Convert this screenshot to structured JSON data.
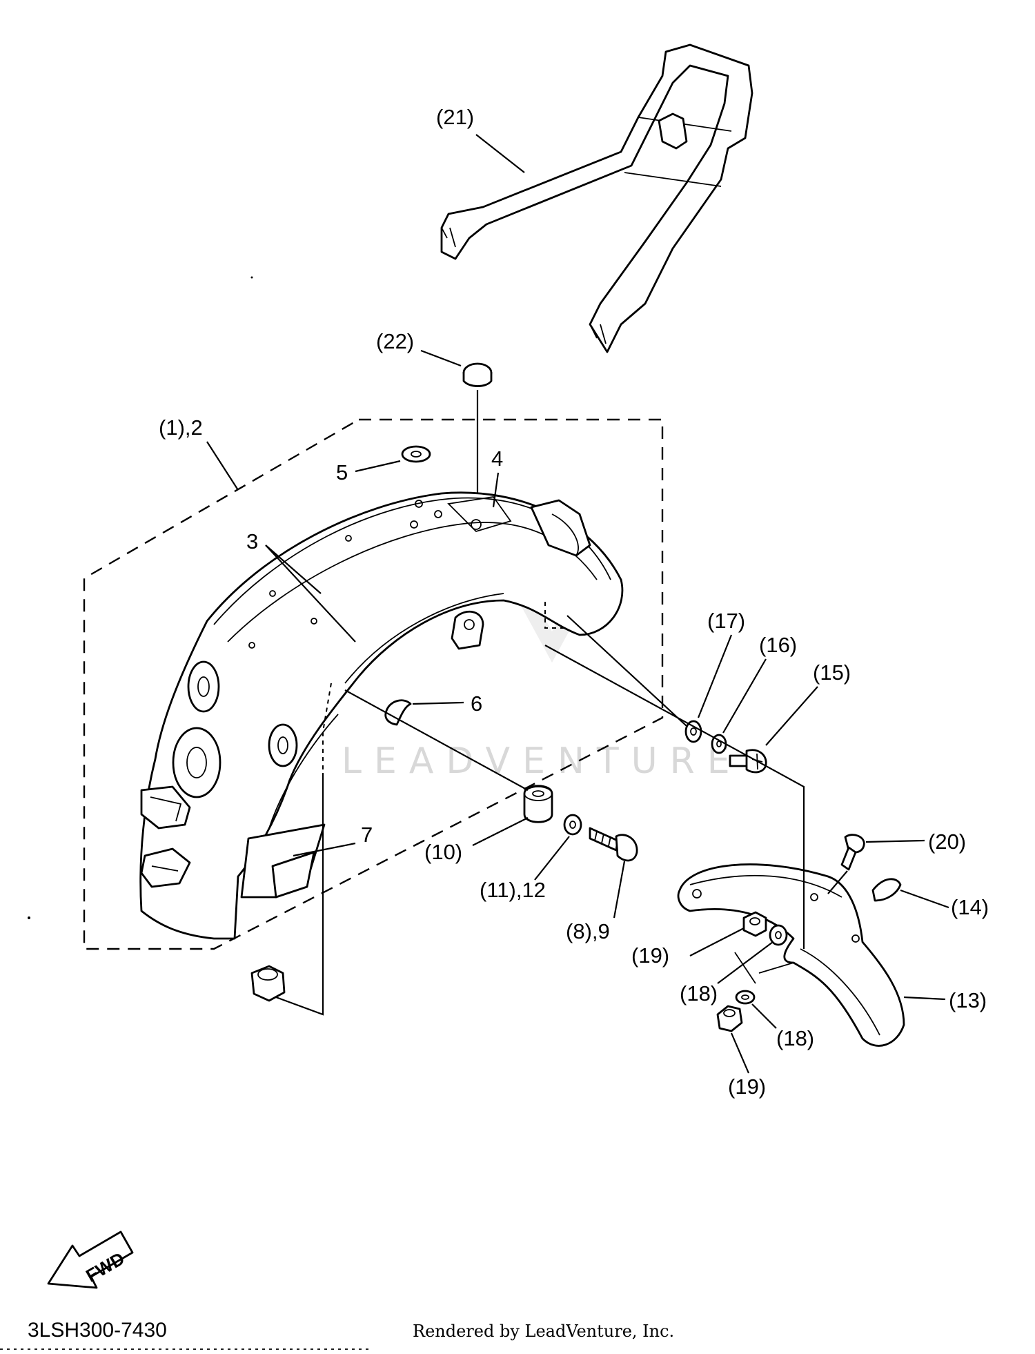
{
  "diagram": {
    "watermark": "LEADVENTURE",
    "drawing_code": "3LSH300-7430",
    "credit": "Rendered by LeadVenture, Inc.",
    "direction_arrow": "FWD",
    "callouts": {
      "c21": "(21)",
      "c22": "(22)",
      "c1_2": "(1),2",
      "c5": "5",
      "c4": "4",
      "c3": "3",
      "c6": "6",
      "c17": "(17)",
      "c16": "(16)",
      "c15": "(15)",
      "c7": "7",
      "c10": "(10)",
      "c11_12": "(11),12",
      "c8_9": "(8),9",
      "c20": "(20)",
      "c14": "(14)",
      "c19a": "(19)",
      "c18a": "(18)",
      "c13": "(13)",
      "c18b": "(18)",
      "c19b": "(19)"
    }
  }
}
